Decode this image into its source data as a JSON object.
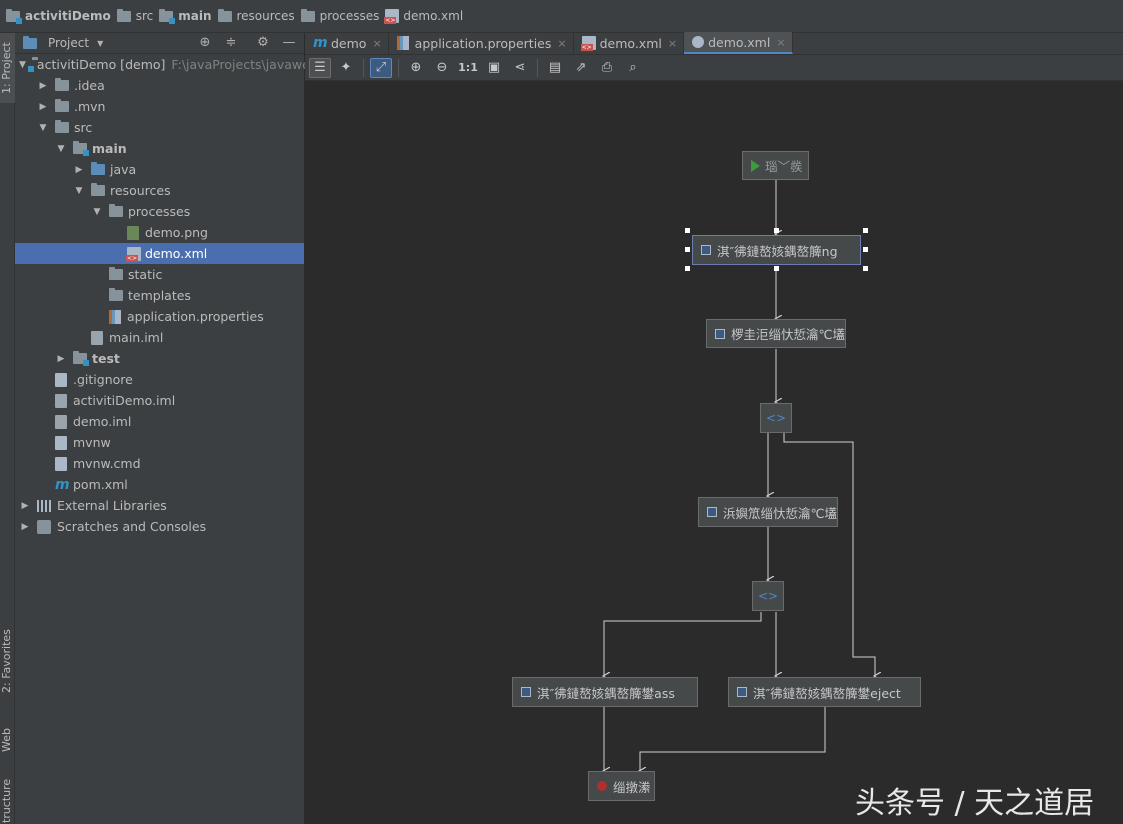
{
  "breadcrumb": [
    "activitiDemo",
    "src",
    "main",
    "resources",
    "processes",
    "demo.xml"
  ],
  "left_strip": {
    "project_tab": "1: Project",
    "favorites_tab": "2: Favorites",
    "web_tab": "Web",
    "structure_tab": "tructure"
  },
  "project_panel": {
    "title": "Project",
    "tree": [
      {
        "label": "activitiDemo [demo]",
        "extra": "F:\\javaProjects\\javawe",
        "level": 0,
        "expanded": true,
        "icon": "project-folder"
      },
      {
        "label": ".idea",
        "level": 1,
        "expanded": false,
        "icon": "folder"
      },
      {
        "label": ".mvn",
        "level": 1,
        "expanded": false,
        "icon": "folder"
      },
      {
        "label": "src",
        "level": 1,
        "expanded": true,
        "icon": "folder"
      },
      {
        "label": "main",
        "level": 2,
        "expanded": true,
        "icon": "module-folder",
        "bold": true
      },
      {
        "label": "java",
        "level": 3,
        "expanded": false,
        "icon": "source-folder"
      },
      {
        "label": "resources",
        "level": 3,
        "expanded": true,
        "icon": "folder"
      },
      {
        "label": "processes",
        "level": 4,
        "expanded": true,
        "icon": "folder"
      },
      {
        "label": "demo.png",
        "level": 5,
        "icon": "image-file"
      },
      {
        "label": "demo.xml",
        "level": 5,
        "icon": "xml-file",
        "selected": true
      },
      {
        "label": "static",
        "level": 4,
        "icon": "folder"
      },
      {
        "label": "templates",
        "level": 4,
        "icon": "folder"
      },
      {
        "label": "application.properties",
        "level": 4,
        "icon": "properties-file"
      },
      {
        "label": "main.iml",
        "level": 3,
        "icon": "iml-file"
      },
      {
        "label": "test",
        "level": 2,
        "expanded": false,
        "icon": "module-folder",
        "bold": true
      },
      {
        "label": ".gitignore",
        "level": 1,
        "icon": "file"
      },
      {
        "label": "activitiDemo.iml",
        "level": 1,
        "icon": "iml-file"
      },
      {
        "label": "demo.iml",
        "level": 1,
        "icon": "iml-file"
      },
      {
        "label": "mvnw",
        "level": 1,
        "icon": "file"
      },
      {
        "label": "mvnw.cmd",
        "level": 1,
        "icon": "file"
      },
      {
        "label": "pom.xml",
        "level": 1,
        "icon": "maven-file"
      },
      {
        "label": "External Libraries",
        "level": 0,
        "expanded": false,
        "icon": "library"
      },
      {
        "label": "Scratches and Consoles",
        "level": 0,
        "expanded": false,
        "icon": "scratches"
      }
    ]
  },
  "editor_tabs": [
    {
      "label": "demo",
      "icon": "maven-icon",
      "active": false
    },
    {
      "label": "application.properties",
      "icon": "properties-icon",
      "active": false
    },
    {
      "label": "demo.xml",
      "icon": "xml-icon",
      "active": false
    },
    {
      "label": "demo.xml",
      "icon": "bpmn-icon",
      "active": true
    }
  ],
  "close_glyph": "×",
  "toolbar": [
    "settings-icon",
    "auto-layout-icon",
    "select-icon",
    "zoom-in-icon",
    "zoom-out-icon",
    "actual-size-icon",
    "fit-icon",
    "layout-icon",
    "save-icon",
    "export-icon",
    "print-icon",
    "find-icon"
  ],
  "toolbar_text": {
    "actual_size": "1:1"
  },
  "diagram": {
    "start": "瑙﹀彂",
    "task1": "淇″彿鏈嶅姟鍝嶅簲ng",
    "task2": "椤圭洰缁忕悊瀹℃壒",
    "task3": "浜嬩笟缁忕悊瀹℃壒",
    "task4": "淇″彿鏈嶅姟鍝嶅簲鐢ass",
    "task5": "淇″彿鏈嶅姟鍝嶅簲鐢eject",
    "end": "缁撴潫",
    "gateway": "<>"
  },
  "watermark": "头条号 / 天之道居"
}
